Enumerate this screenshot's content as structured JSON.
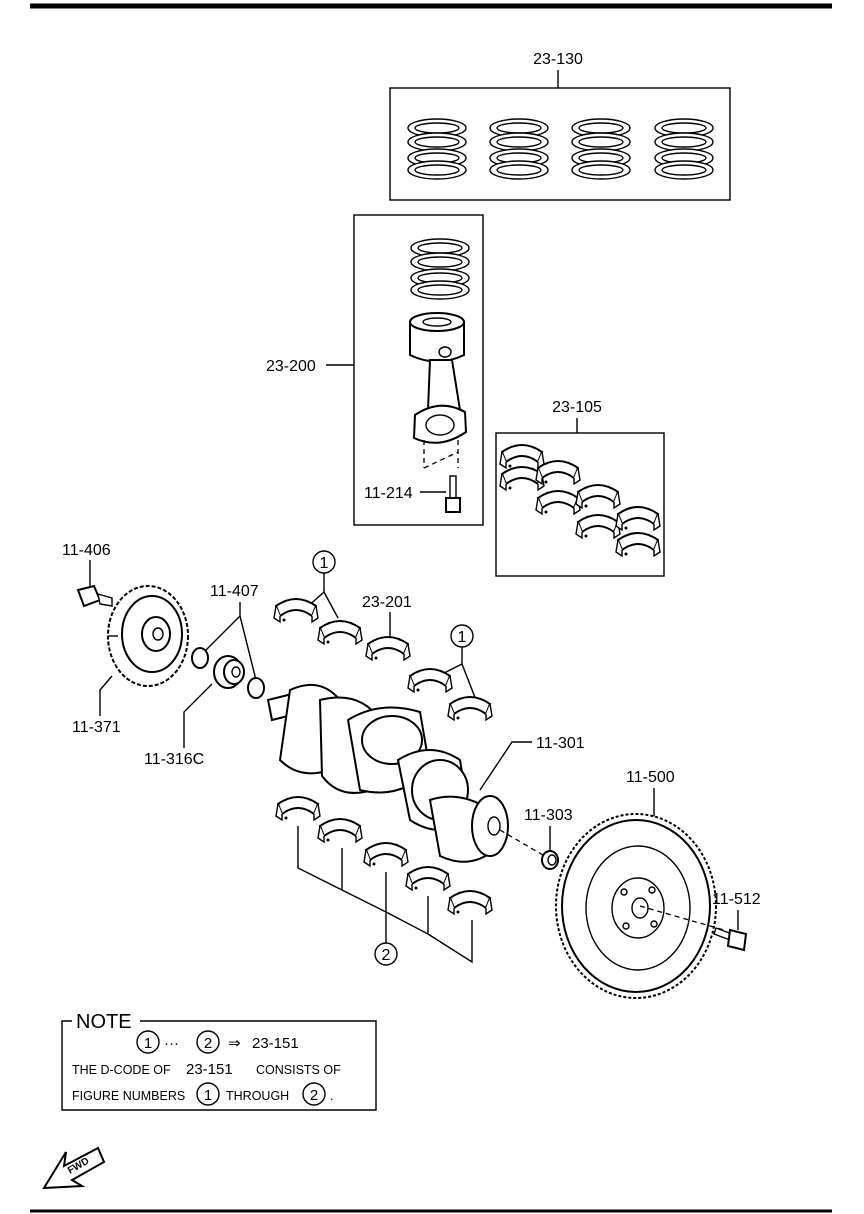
{
  "diagram": {
    "part_labels": {
      "p23_130": "23-130",
      "p23_200": "23-200",
      "p11_214": "11-214",
      "p23_105": "23-105",
      "p11_406": "11-406",
      "p11_407": "11-407",
      "p23_201": "23-201",
      "p11_371": "11-371",
      "p11_316c": "11-316C",
      "p11_301": "11-301",
      "p11_500": "11-500",
      "p11_303": "11-303",
      "p11_512": "11-512"
    },
    "callouts": {
      "one": "1",
      "two": "2"
    },
    "note": {
      "title": "NOTE",
      "range_start": "1",
      "ellipsis": "···",
      "range_end": "2",
      "arrow": "⇒",
      "target_code": "23-151",
      "line2_prefix": "THE D-CODE OF",
      "line2_code": "23-151",
      "line2_suffix": "CONSISTS OF",
      "line3_prefix": "FIGURE NUMBERS",
      "line3_start": "1",
      "line3_mid": "THROUGH",
      "line3_end": "2",
      "line3_period": "."
    },
    "fwd_label": "FWD"
  }
}
